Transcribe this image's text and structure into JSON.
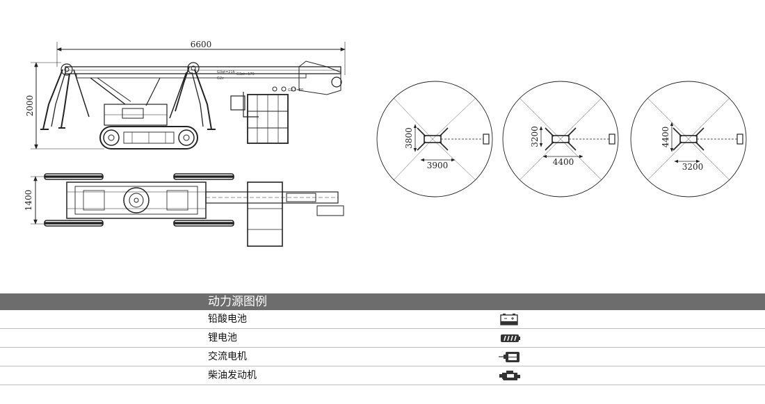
{
  "dimensions": {
    "side_length": "6600",
    "side_height": "2000",
    "top_width": "1400",
    "side_labels": [
      "G3at=216",
      "G3at=179",
      "G2c"
    ],
    "top_labels": [
      "G2 1=P0"
    ]
  },
  "working_ranges": [
    {
      "outrigger_span": "3800",
      "reach": "3900"
    },
    {
      "outrigger_span": "3200",
      "reach": "4400"
    },
    {
      "outrigger_span": "4400",
      "reach": "3200"
    }
  ],
  "legend": {
    "title": "动力源图例",
    "rows": [
      {
        "label": "铅酸电池",
        "icon": "lead-acid-battery-icon"
      },
      {
        "label": "锂电池",
        "icon": "lithium-battery-icon"
      },
      {
        "label": "交流电机",
        "icon": "ac-motor-icon"
      },
      {
        "label": "柴油发动机",
        "icon": "diesel-engine-icon"
      }
    ]
  },
  "colors": {
    "header_bg": "#6d6d6d",
    "line": "#222222",
    "divider": "#bdbdbd"
  }
}
